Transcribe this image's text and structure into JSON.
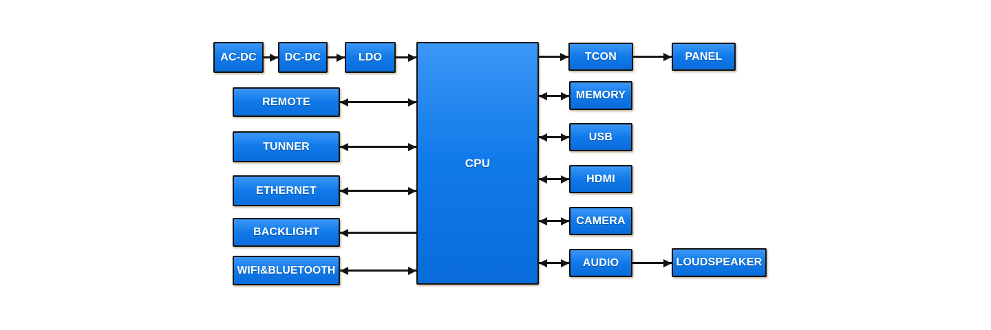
{
  "diagram": {
    "colors": {
      "background": "#ffffff",
      "box_fill_top": "#3b97f7",
      "box_fill_mid": "#117ae9",
      "box_fill_bottom": "#0a6cdb",
      "box_border": "#17120c",
      "arrow": "#141414",
      "text": "#ffffff"
    },
    "nodes": {
      "acdc": {
        "label": "AC-DC"
      },
      "dcdc": {
        "label": "DC-DC"
      },
      "ldo": {
        "label": "LDO"
      },
      "cpu": {
        "label": "CPU"
      },
      "remote": {
        "label": "REMOTE"
      },
      "tunner": {
        "label": "TUNNER"
      },
      "ethernet": {
        "label": "ETHERNET"
      },
      "backlight": {
        "label": "BACKLIGHT"
      },
      "wifi_bluetooth": {
        "label": "WIFI&BLUETOOTH"
      },
      "tcon": {
        "label": "TCON"
      },
      "panel": {
        "label": "PANEL"
      },
      "memory": {
        "label": "MEMORY"
      },
      "usb": {
        "label": "USB"
      },
      "hdmi": {
        "label": "HDMI"
      },
      "camera": {
        "label": "CAMERA"
      },
      "audio": {
        "label": "AUDIO"
      },
      "loudspeaker": {
        "label": "LOUDSPEAKER"
      }
    },
    "connections": [
      {
        "from": "AC-DC",
        "to": "DC-DC",
        "direction": "one-way"
      },
      {
        "from": "DC-DC",
        "to": "LDO",
        "direction": "one-way"
      },
      {
        "from": "LDO",
        "to": "CPU",
        "direction": "one-way"
      },
      {
        "from": "REMOTE",
        "to": "CPU",
        "direction": "two-way"
      },
      {
        "from": "TUNNER",
        "to": "CPU",
        "direction": "two-way"
      },
      {
        "from": "ETHERNET",
        "to": "CPU",
        "direction": "two-way"
      },
      {
        "from": "CPU",
        "to": "BACKLIGHT",
        "direction": "one-way"
      },
      {
        "from": "WIFI&BLUETOOTH",
        "to": "CPU",
        "direction": "two-way"
      },
      {
        "from": "CPU",
        "to": "TCON",
        "direction": "one-way"
      },
      {
        "from": "TCON",
        "to": "PANEL",
        "direction": "one-way"
      },
      {
        "from": "CPU",
        "to": "MEMORY",
        "direction": "two-way"
      },
      {
        "from": "CPU",
        "to": "USB",
        "direction": "two-way"
      },
      {
        "from": "CPU",
        "to": "HDMI",
        "direction": "two-way"
      },
      {
        "from": "CPU",
        "to": "CAMERA",
        "direction": "two-way"
      },
      {
        "from": "CPU",
        "to": "AUDIO",
        "direction": "two-way"
      },
      {
        "from": "AUDIO",
        "to": "LOUDSPEAKER",
        "direction": "one-way"
      }
    ]
  }
}
